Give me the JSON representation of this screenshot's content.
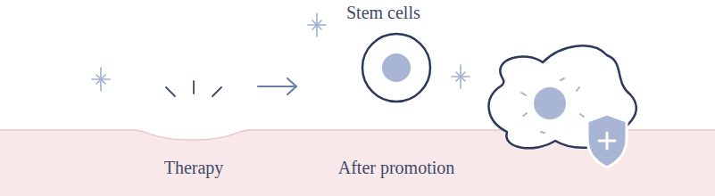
{
  "diagram": {
    "labels": [
      "Stem cells",
      "Therapy",
      "After promotion"
    ]
  }
}
